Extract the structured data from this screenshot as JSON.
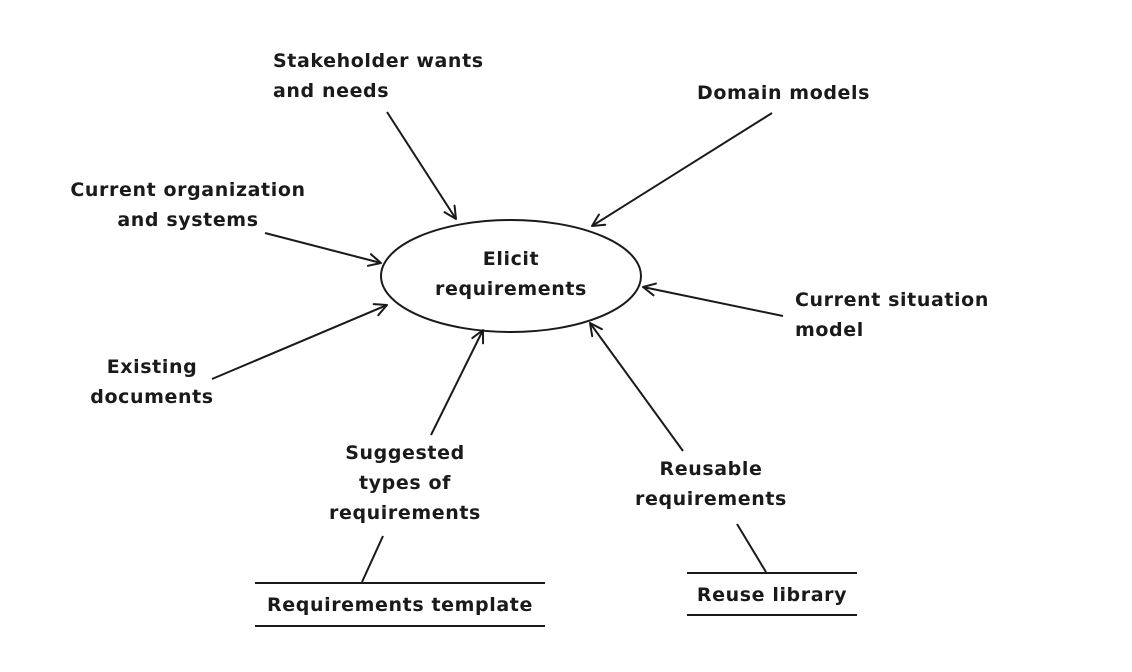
{
  "center_process": {
    "line1": "Elicit",
    "line2": "requirements"
  },
  "inputs": {
    "stakeholder": {
      "line1": "Stakeholder wants",
      "line2": "and needs"
    },
    "domain": {
      "line1": "Domain models"
    },
    "organization": {
      "line1": "Current organization",
      "line2": "and systems"
    },
    "situation": {
      "line1": "Current situation",
      "line2": "model"
    },
    "documents": {
      "line1": "Existing",
      "line2": "documents"
    },
    "suggested": {
      "line1": "Suggested",
      "line2": "types of",
      "line3": "requirements"
    },
    "reusable": {
      "line1": "Reusable",
      "line2": "requirements"
    }
  },
  "data_stores": {
    "template": "Requirements template",
    "library": "Reuse library"
  },
  "colors": {
    "ink": "#1a1a1a",
    "background": "#ffffff"
  }
}
